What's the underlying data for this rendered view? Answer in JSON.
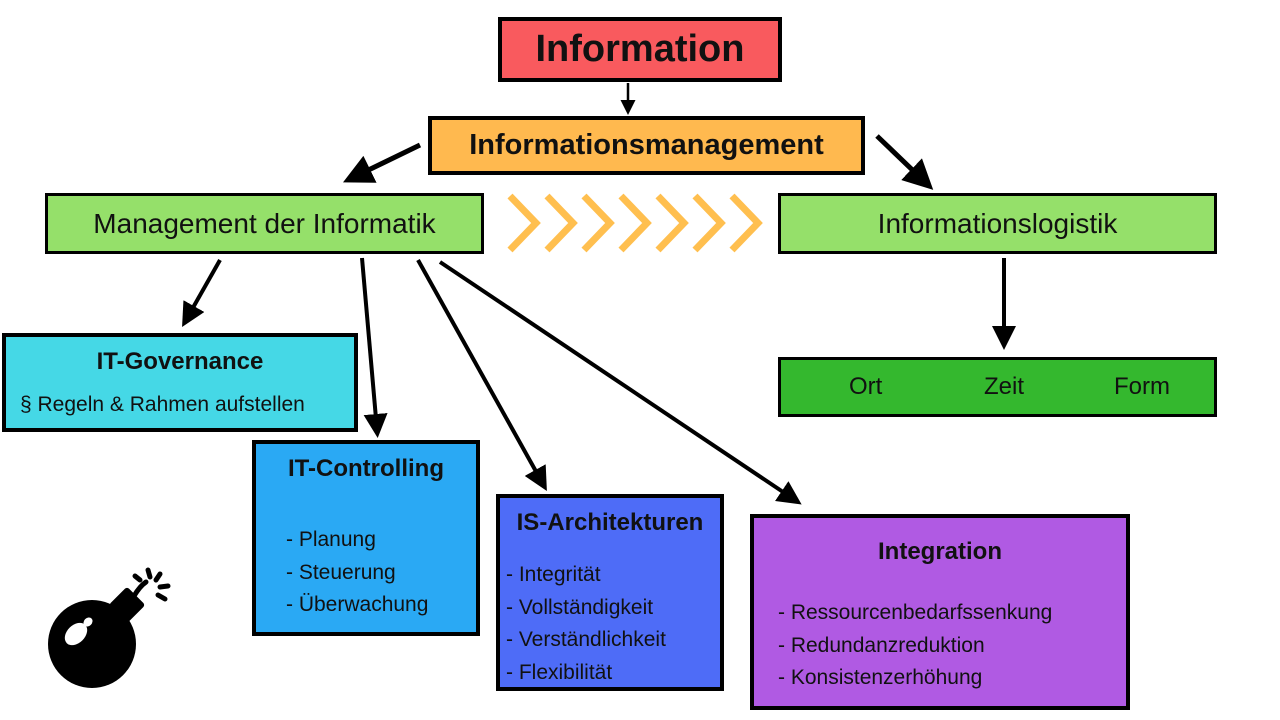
{
  "nodes": {
    "information": "Information",
    "informationsmanagement": "Informationsmanagement",
    "management_der_informatik": "Management der Informatik",
    "informationslogistik": "Informationslogistik",
    "logistik_dimensionen": {
      "ort": "Ort",
      "zeit": "Zeit",
      "form": "Form"
    },
    "it_governance": {
      "title": "IT-Governance",
      "text": "§ Regeln & Rahmen aufstellen"
    },
    "it_controlling": {
      "title": "IT-Controlling",
      "items": [
        "- Planung",
        "- Steuerung",
        "- Überwachung"
      ]
    },
    "is_architekturen": {
      "title": "IS-Architekturen",
      "items": [
        "- Integrität",
        "- Vollständigkeit",
        "- Verständlichkeit",
        "- Flexibilität"
      ]
    },
    "integration": {
      "title": "Integration",
      "items": [
        "- Ressourcenbedarfssenkung",
        "- Redundanzreduktion",
        "- Konsistenzerhöhung"
      ]
    }
  },
  "colors": {
    "information": "#f95a5e",
    "informationsmanagement": "#ffb94f",
    "management_der_informatik": "#95e06a",
    "informationslogistik": "#95e06a",
    "logistik_dimensionen": "#34b82e",
    "it_governance": "#45d8e6",
    "it_controlling": "#2aa9f4",
    "is_architekturen": "#4e6cf7",
    "integration": "#b05ae3",
    "chevrons": "#ffbf4f"
  },
  "icons": {
    "bottom_left": "bomb-icon",
    "middle": "chevron-right-icon"
  }
}
